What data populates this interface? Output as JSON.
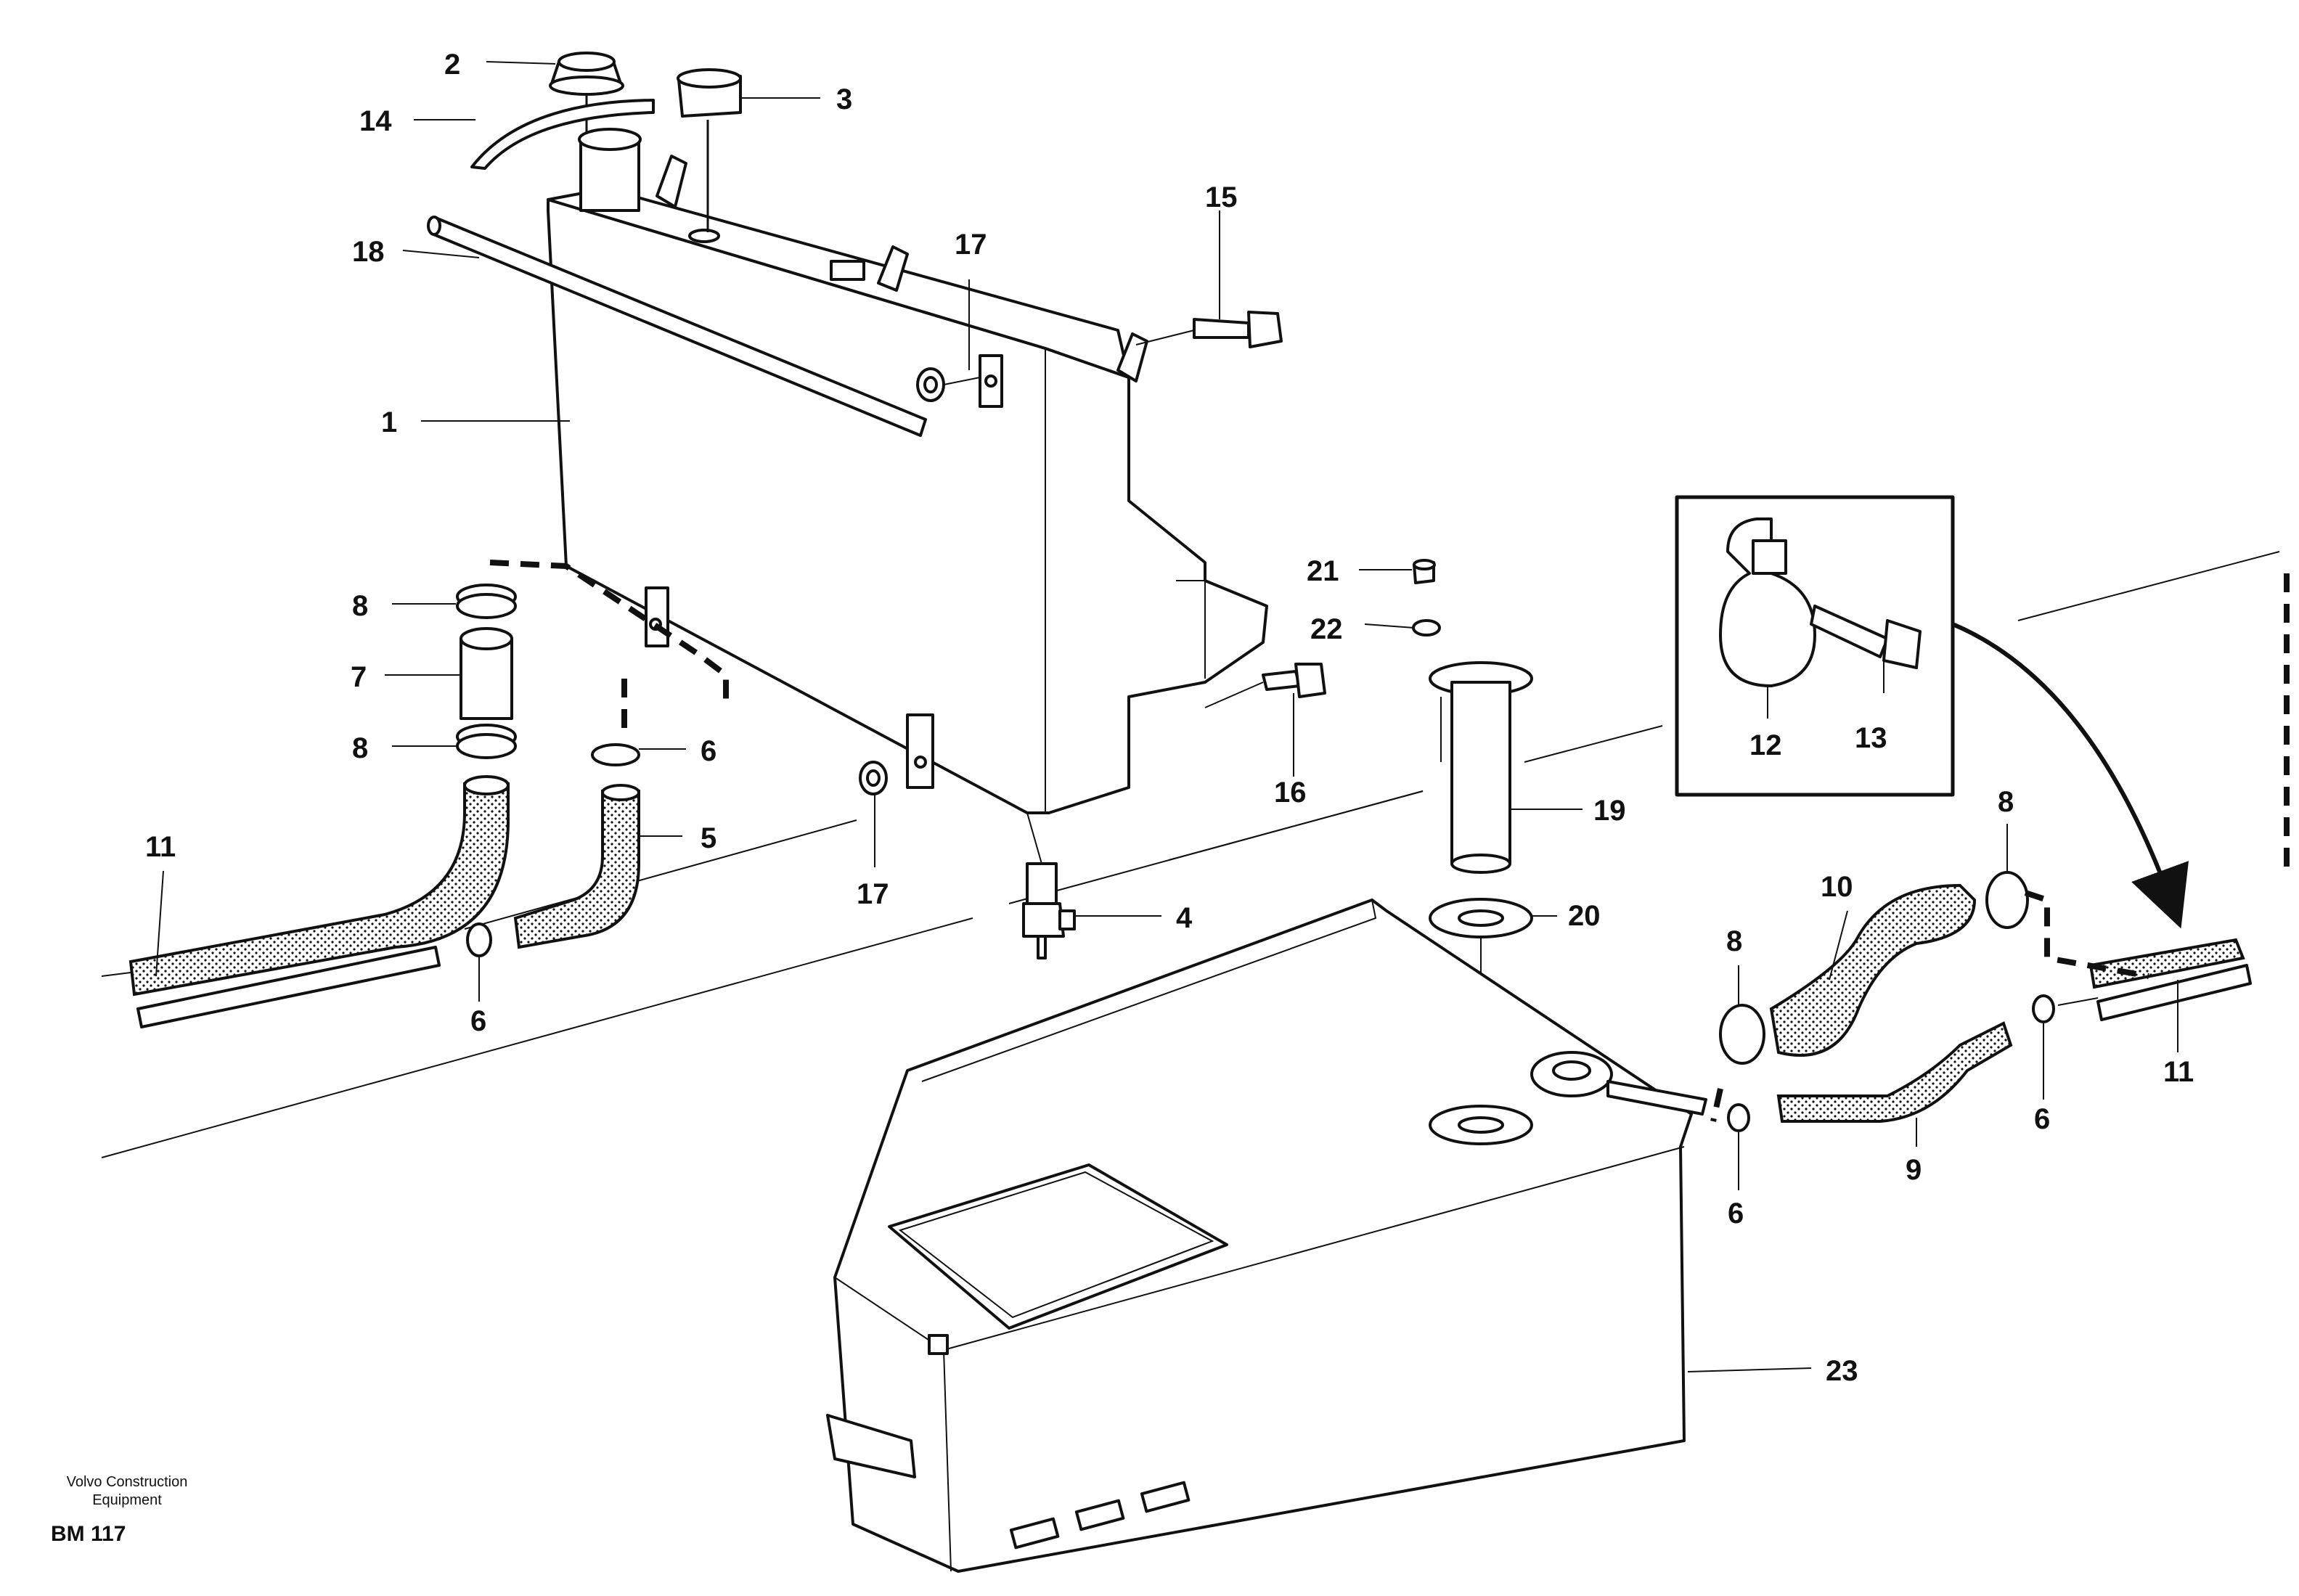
{
  "diagram": {
    "callouts": [
      {
        "id": "c2",
        "text": "2"
      },
      {
        "id": "c3",
        "text": "3"
      },
      {
        "id": "c14",
        "text": "14"
      },
      {
        "id": "c18",
        "text": "18"
      },
      {
        "id": "c15",
        "text": "15"
      },
      {
        "id": "c17a",
        "text": "17"
      },
      {
        "id": "c1",
        "text": "1"
      },
      {
        "id": "c21",
        "text": "21"
      },
      {
        "id": "c22",
        "text": "22"
      },
      {
        "id": "c16",
        "text": "16"
      },
      {
        "id": "c19",
        "text": "19"
      },
      {
        "id": "c20",
        "text": "20"
      },
      {
        "id": "c8a",
        "text": "8"
      },
      {
        "id": "c7",
        "text": "7"
      },
      {
        "id": "c8b",
        "text": "8"
      },
      {
        "id": "c6a",
        "text": "6"
      },
      {
        "id": "c5",
        "text": "5"
      },
      {
        "id": "c11a",
        "text": "11"
      },
      {
        "id": "c6b",
        "text": "6"
      },
      {
        "id": "c17b",
        "text": "17"
      },
      {
        "id": "c4",
        "text": "4"
      },
      {
        "id": "c12",
        "text": "12"
      },
      {
        "id": "c13",
        "text": "13"
      },
      {
        "id": "c8c",
        "text": "8"
      },
      {
        "id": "c10",
        "text": "10"
      },
      {
        "id": "c8d",
        "text": "8"
      },
      {
        "id": "c11b",
        "text": "11"
      },
      {
        "id": "c6c",
        "text": "6"
      },
      {
        "id": "c9",
        "text": "9"
      },
      {
        "id": "c6d",
        "text": "6"
      },
      {
        "id": "c23",
        "text": "23"
      }
    ],
    "caption": {
      "company_line1": "Volvo Construction",
      "company_line2": "Equipment",
      "code": "BM 117"
    }
  }
}
